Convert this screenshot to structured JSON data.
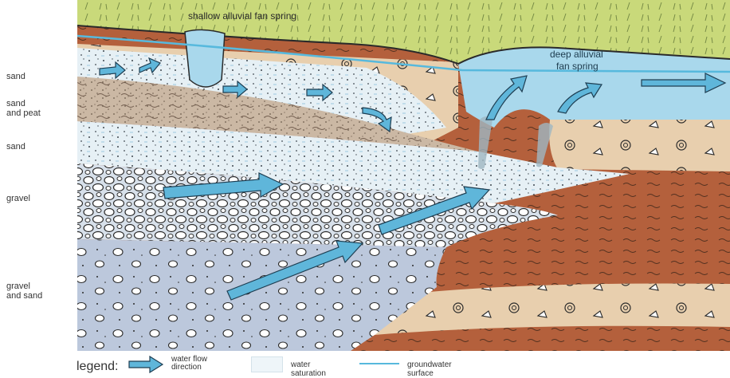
{
  "labels": {
    "shallow_spring": "shallow alluvial fan spring",
    "deep_spring_line1": "deep alluvial",
    "deep_spring_line2": "fan spring"
  },
  "side_labels": [
    {
      "id": "sand-1",
      "lines": [
        "sand"
      ]
    },
    {
      "id": "sand-peat",
      "lines": [
        "sand",
        "and peat"
      ]
    },
    {
      "id": "sand-2",
      "lines": [
        "sand"
      ]
    },
    {
      "id": "gravel",
      "lines": [
        "gravel"
      ]
    },
    {
      "id": "gravel-sand",
      "lines": [
        "gravel",
        "and sand"
      ]
    }
  ],
  "legend": {
    "title": "legend:",
    "flow_line1": "water flow",
    "flow_line2": "direction",
    "saturation": "water saturation",
    "groundwater": "groundwater surface"
  },
  "colors": {
    "grass": "#c9d97a",
    "soil_red": "#b4603c",
    "sand_tan": "#e8cfae",
    "peat": "#cbb8a4",
    "saturated": "#e6f0f5",
    "gravel": "#d7e0ea",
    "gravel_sand": "#bcc8dc",
    "water": "#a9d8ec",
    "flow_arrow": "#5fb6da",
    "groundwater_line": "#57b9dd"
  }
}
